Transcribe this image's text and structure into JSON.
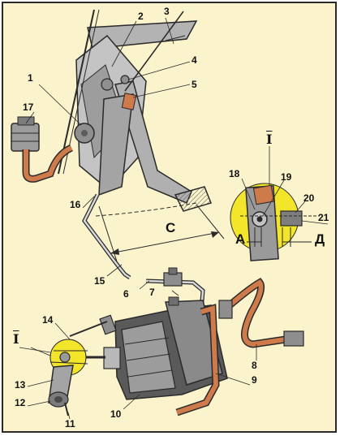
{
  "diagram": {
    "callouts": {
      "n1": "1",
      "n2": "2",
      "n3": "3",
      "n4": "4",
      "n5": "5",
      "n6": "6",
      "n7": "7",
      "n8": "8",
      "n9": "9",
      "n10": "10",
      "n11": "11",
      "n12": "12",
      "n13": "13",
      "n14": "14",
      "n15": "15",
      "n16": "16",
      "n17": "17",
      "n18": "18",
      "n19": "19",
      "n20": "20",
      "n21": "21"
    },
    "dimension_c": "С",
    "detail_marker_top": "I",
    "detail_marker_bottom": "I",
    "dimension_a": "А",
    "dimension_d": "Д"
  },
  "colors": {
    "background": "#fbf3cc",
    "metal": "#a9a9a9",
    "metal_dark": "#6e6e6e",
    "hose": "#cf7a4a",
    "highlight": "#f2e52a",
    "outline": "#2a2a2a"
  }
}
